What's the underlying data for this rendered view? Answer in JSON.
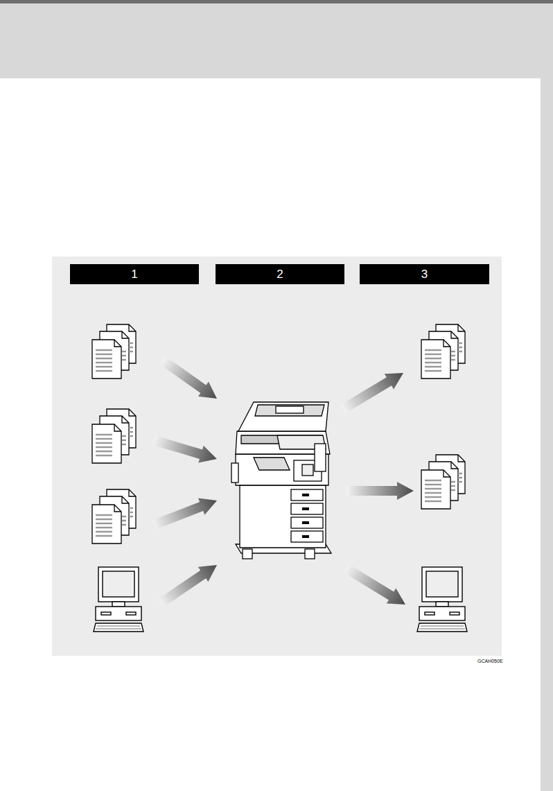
{
  "diagram": {
    "nodes": [
      {
        "text": [
          "1"
        ]
      },
      {
        "text": [
          "2"
        ]
      },
      {
        "text": [
          "3"
        ]
      }
    ],
    "labels": [
      "GCAH050E"
    ]
  }
}
